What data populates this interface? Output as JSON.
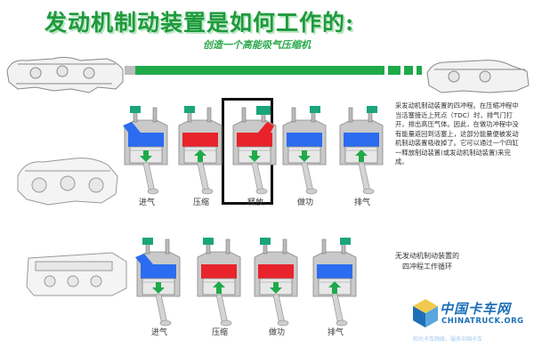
{
  "title": "发动机制动装置是如何工作的:",
  "subtitle": "创造一个高能吸气压缩机",
  "colors": {
    "accent_green": "#1f9a3c",
    "intake_blue": "#2b6cf0",
    "compression_red": "#e8232b",
    "arrow_green": "#1faa4a",
    "valve_teal": "#1aa57a",
    "gray_body": "#c9c9c9",
    "logo_blue": "#1d6fb8"
  },
  "top_row": {
    "strokes": [
      {
        "label": "进气",
        "fill": "blue",
        "arrow": "down"
      },
      {
        "label": "压缩",
        "fill": "red",
        "arrow": "up"
      },
      {
        "label": "释放",
        "fill": "red-release",
        "arrow": "down"
      },
      {
        "label": "做功",
        "fill": "blue",
        "arrow": "down"
      },
      {
        "label": "排气",
        "fill": "blue",
        "arrow": "up"
      }
    ],
    "description": "采发动机制动装置的四冲程。在压缩冲程中当活塞接近上死点（TDC）时，排气门打开，排出高压气体。因此，在做功冲程中没有能量返回到活塞上，这部分能量便被发动机制动装置吸收掉了。它可以通过一个四缸一释放制动装置(或发动机制动装置)来完成。"
  },
  "bottom_row": {
    "strokes": [
      {
        "label": "进气",
        "fill": "blue",
        "arrow": "down"
      },
      {
        "label": "压缩",
        "fill": "red",
        "arrow": "up"
      },
      {
        "label": "做功",
        "fill": "red",
        "arrow": "down"
      },
      {
        "label": "排气",
        "fill": "blue",
        "arrow": "up"
      }
    ],
    "description_line1": "无发动机制动装置的",
    "description_line2": "四冲程工作循环"
  },
  "logo": {
    "name_cn": "中国卡车网",
    "name_en": "CHINATRUCK.ORG",
    "tagline": "阳光卡车网络，服务中国卡车"
  }
}
